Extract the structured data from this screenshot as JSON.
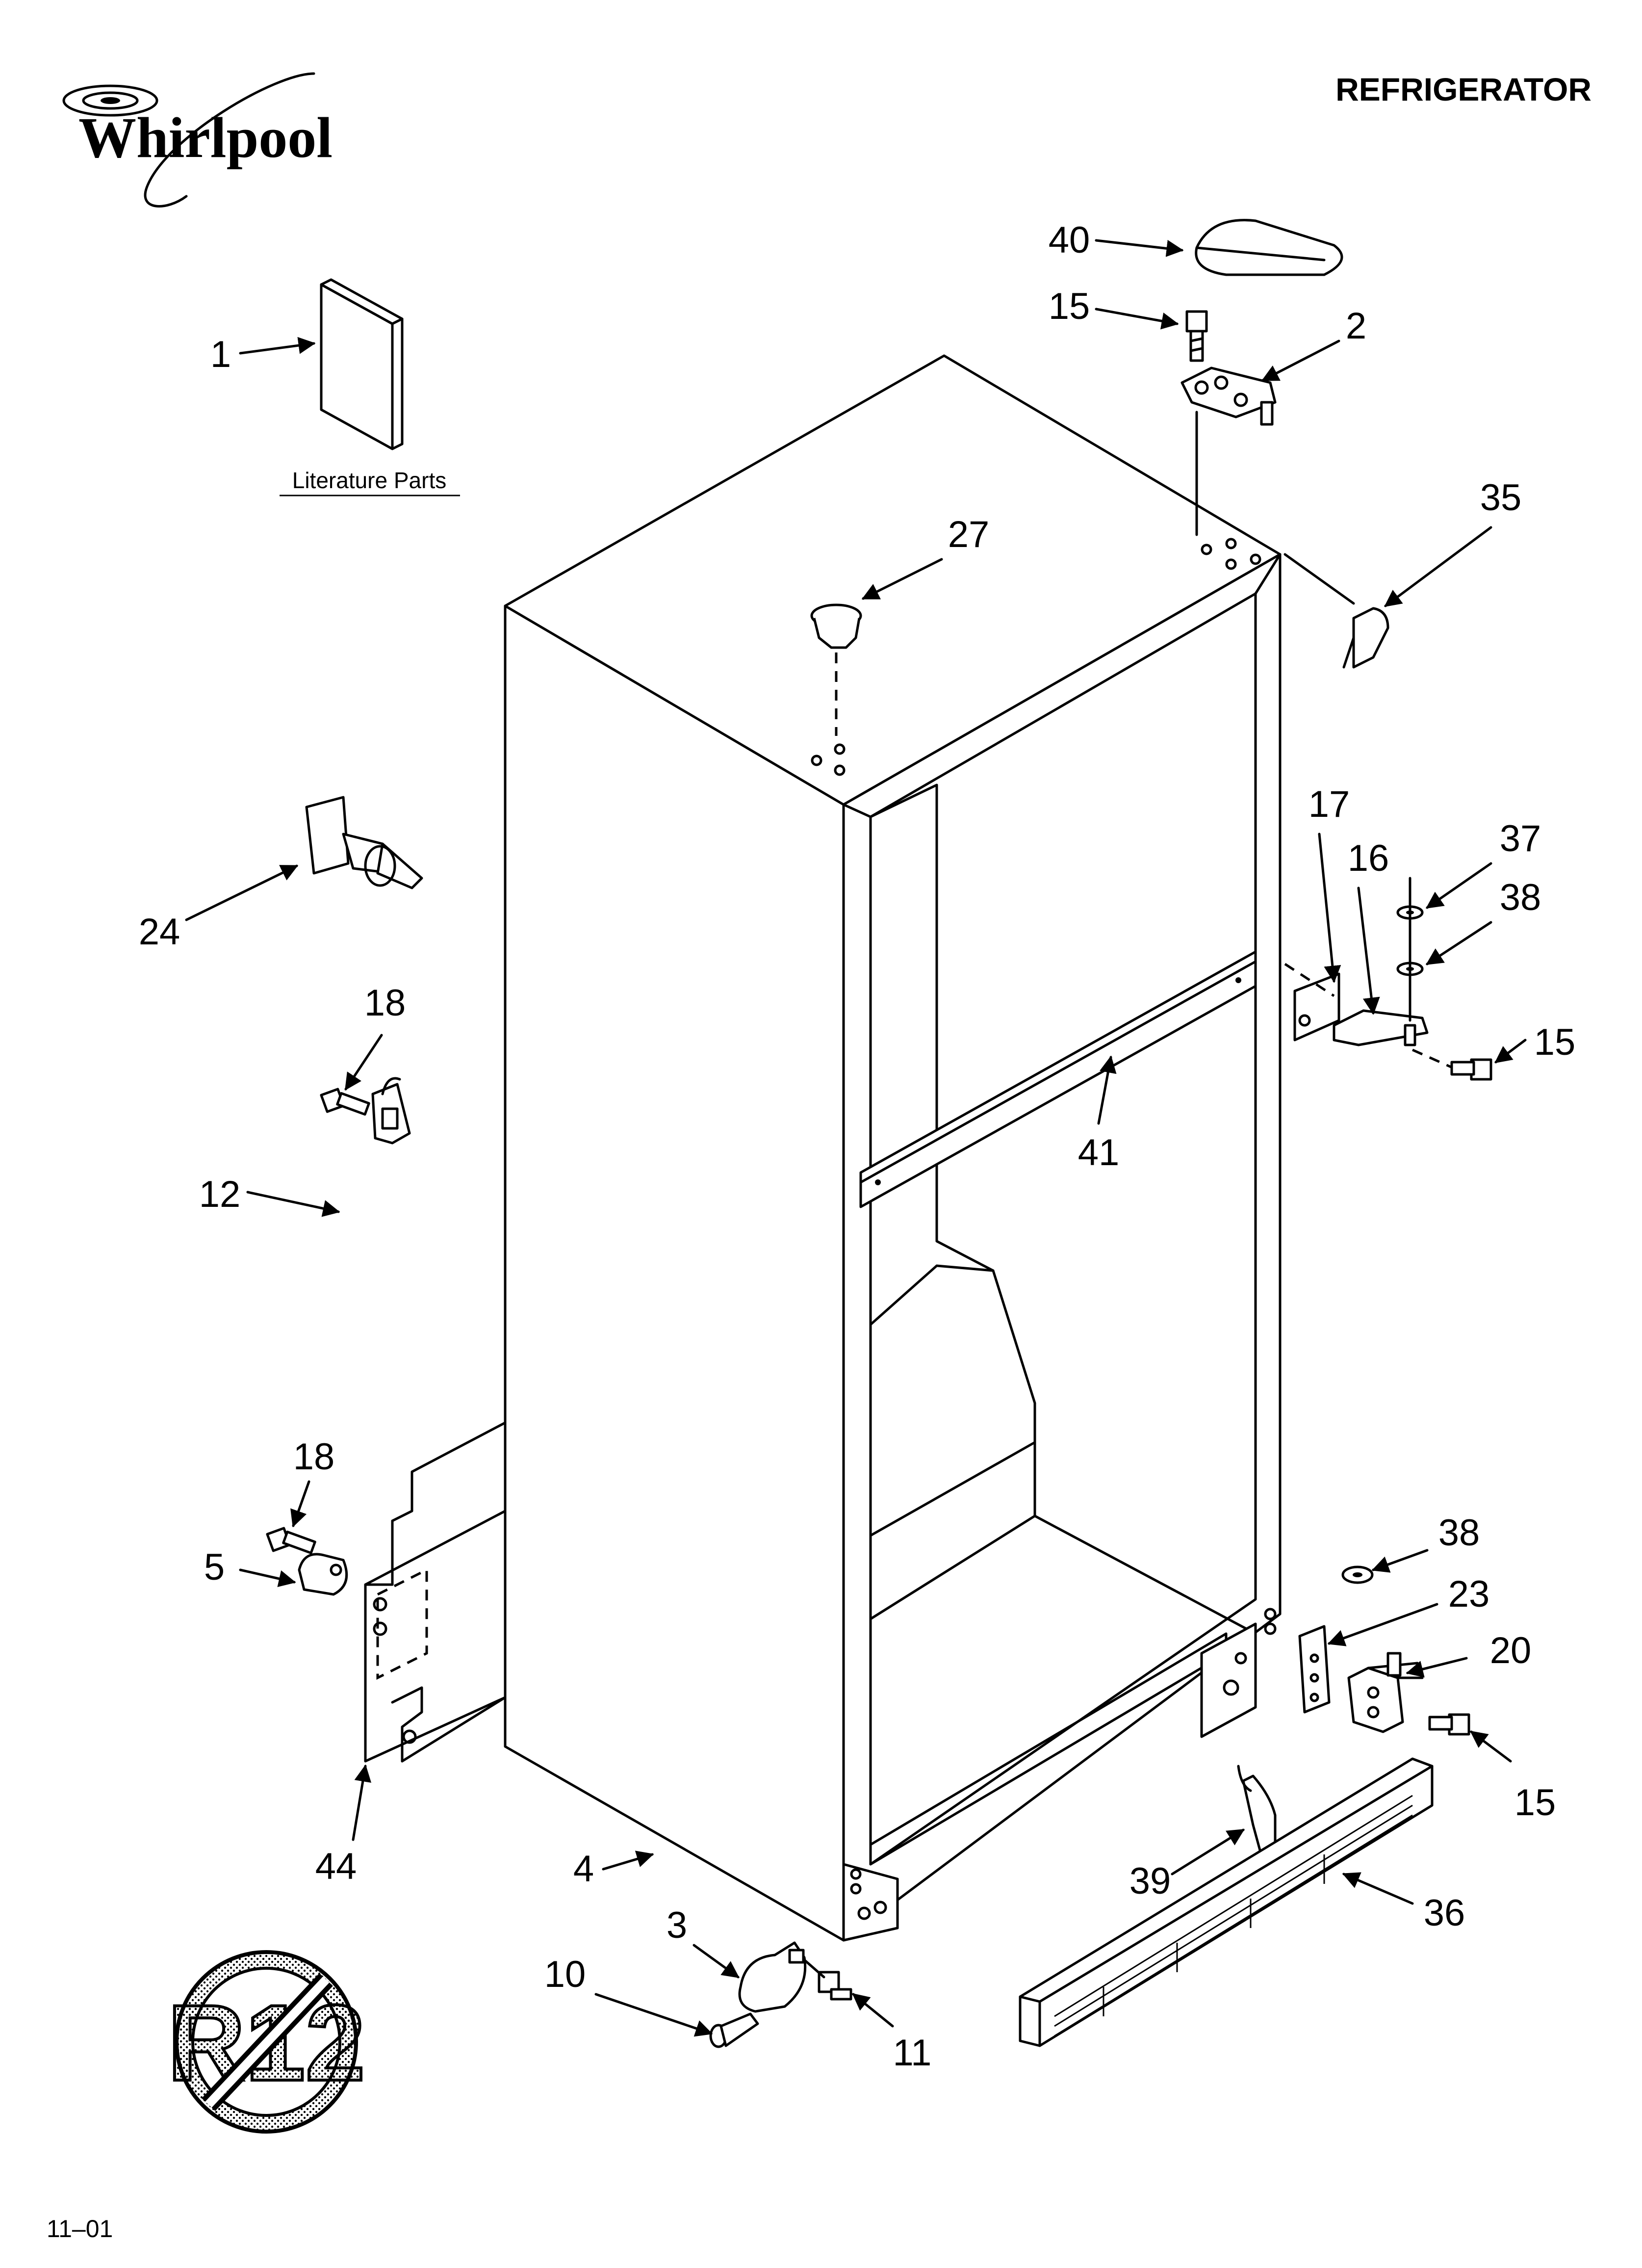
{
  "header": {
    "brand": "Whirlpool",
    "title": "REFRIGERATOR"
  },
  "literature": {
    "label": "Literature Parts"
  },
  "badge": {
    "text": "R12"
  },
  "footer": {
    "code": "11–01"
  },
  "callouts": [
    "1",
    "40",
    "15",
    "2",
    "35",
    "27",
    "24",
    "18",
    "12",
    "17",
    "16",
    "37",
    "38",
    "15",
    "41",
    "18",
    "5",
    "44",
    "38",
    "23",
    "20",
    "15",
    "4",
    "3",
    "10",
    "11",
    "39",
    "36"
  ]
}
